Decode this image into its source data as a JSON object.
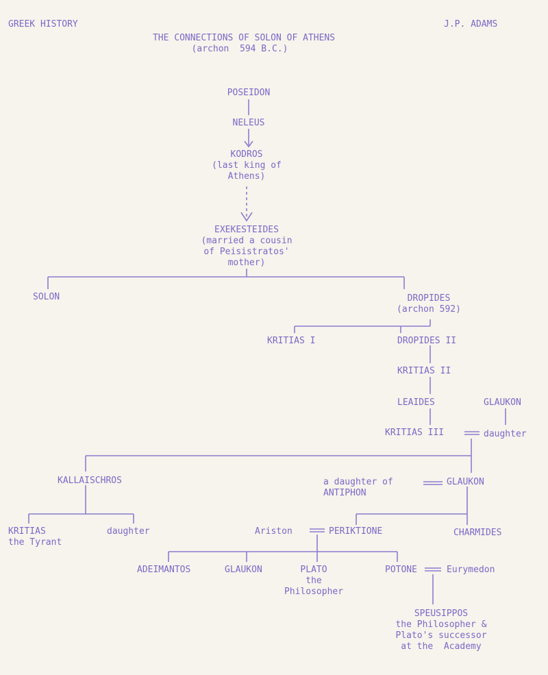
{
  "header": {
    "left": "GREEK HISTORY",
    "right": "J.P. ADAMS",
    "title": "THE CONNECTIONS OF SOLON OF ATHENS",
    "subtitle": "(archon  594 B.C.)"
  },
  "nodes": {
    "poseidon": "POSEIDON",
    "neleus": "NELEUS",
    "kodros": "KODROS\n(last king of\nAthens)",
    "exekesteides": "EXEKESTEIDES\n(married a cousin\nof Peisistratos'\nmother)",
    "solon": "SOLON",
    "dropides": "DROPIDES\n(archon 592)",
    "kritias1": "KRITIAS I",
    "dropides2": "DROPIDES II",
    "kritias2": "KRITIAS II",
    "leaides": "LEAIDES",
    "glaukon1": "GLAUKON",
    "kritias3": "KRITIAS III",
    "daughter1": "daughter",
    "kallaischros": "KALLAISCHROS",
    "daughter_antiphon": "a daughter of\nANTIPHON",
    "glaukon2": "GLAUKON",
    "kritias_tyrant": "KRITIAS\nthe Tyrant",
    "daughter2": "daughter",
    "ariston": "Ariston",
    "periktione": "PERIKTIONE",
    "charmides": "CHARMIDES",
    "adeimantos": "ADEIMANTOS",
    "glaukon3": "GLAUKON",
    "plato": "PLATO\nthe\nPhilosopher",
    "potone": "POTONE",
    "eurymedon": "Eurymedon",
    "speusippos": "SPEUSIPPOS\nthe Philosopher &\nPlato's successor\nat the  Academy"
  },
  "marriage_symbol": "="
}
